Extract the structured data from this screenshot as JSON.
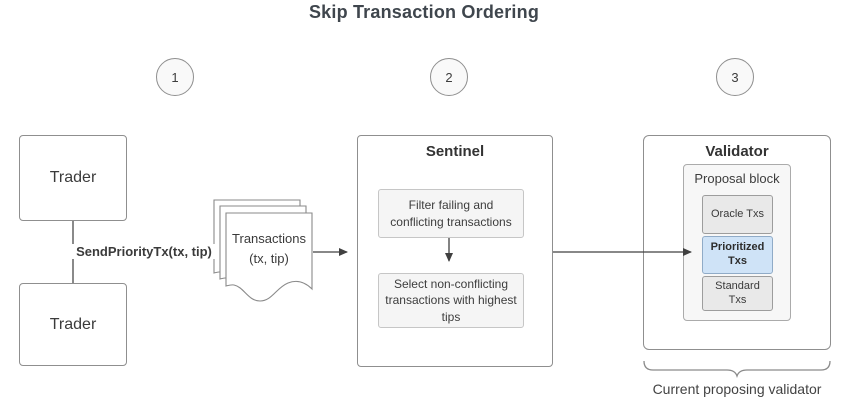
{
  "title": "Skip Transaction Ordering",
  "steps": [
    "1",
    "2",
    "3"
  ],
  "traders": {
    "top": "Trader",
    "bottom": "Trader"
  },
  "connector": {
    "label": "SendPriorityTx(tx, tip)"
  },
  "document": {
    "line1": "Transactions",
    "line2": "(tx, tip)"
  },
  "sentinel": {
    "title": "Sentinel",
    "step1": "Filter failing and conflicting transactions",
    "step2": "Select non-conflicting transactions with highest tips"
  },
  "validator": {
    "title": "Validator",
    "proposal_block": "Proposal block",
    "oracle": "Oracle Txs",
    "prioritized": "Prioritized Txs",
    "standard": "Standard Txs"
  },
  "brace_label": "Current proposing validator",
  "colors": {
    "prioritized_fill": "#cfe3f7",
    "prioritized_border": "#90abc7",
    "tx_box_fill": "#e9e9e9",
    "panel_fill": "#f5f5f5",
    "border_gray": "#8f8f8f",
    "line": "#404040",
    "title_text": "#3f464d"
  }
}
